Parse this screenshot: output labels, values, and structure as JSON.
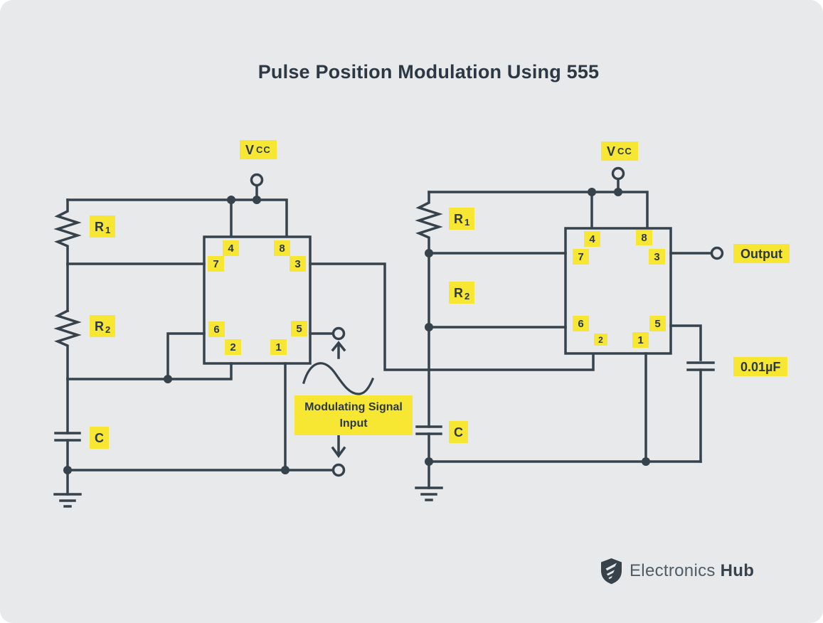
{
  "title": "Pulse Position Modulation Using 555",
  "colors": {
    "background": "#e8e9eb",
    "wire": "#36424c",
    "highlight_yellow": "#f7e733",
    "text": "#2c3843"
  },
  "left_circuit": {
    "vcc": {
      "main": "V",
      "sub": "CC"
    },
    "r1": {
      "main": "R",
      "sub": "1"
    },
    "r2": {
      "main": "R",
      "sub": "2"
    },
    "c": {
      "main": "C"
    },
    "pins": {
      "p4": "4",
      "p8": "8",
      "p7": "7",
      "p3": "3",
      "p6": "6",
      "p5": "5",
      "p2": "2",
      "p1": "1"
    },
    "modulating_signal": {
      "line1": "Modulating Signal",
      "line2": "Input"
    }
  },
  "right_circuit": {
    "vcc": {
      "main": "V",
      "sub": "CC"
    },
    "r1": {
      "main": "R",
      "sub": "1"
    },
    "r2": {
      "main": "R",
      "sub": "2"
    },
    "c": {
      "main": "C"
    },
    "pins": {
      "p4": "4",
      "p8": "8",
      "p7": "7",
      "p3": "3",
      "p6": "6",
      "p5": "5",
      "p2": "2",
      "p1": "1"
    },
    "output_label": "Output",
    "cap_value": "0.01µF"
  },
  "branding": {
    "name_regular": "Electronics",
    "name_bold": "Hub"
  }
}
